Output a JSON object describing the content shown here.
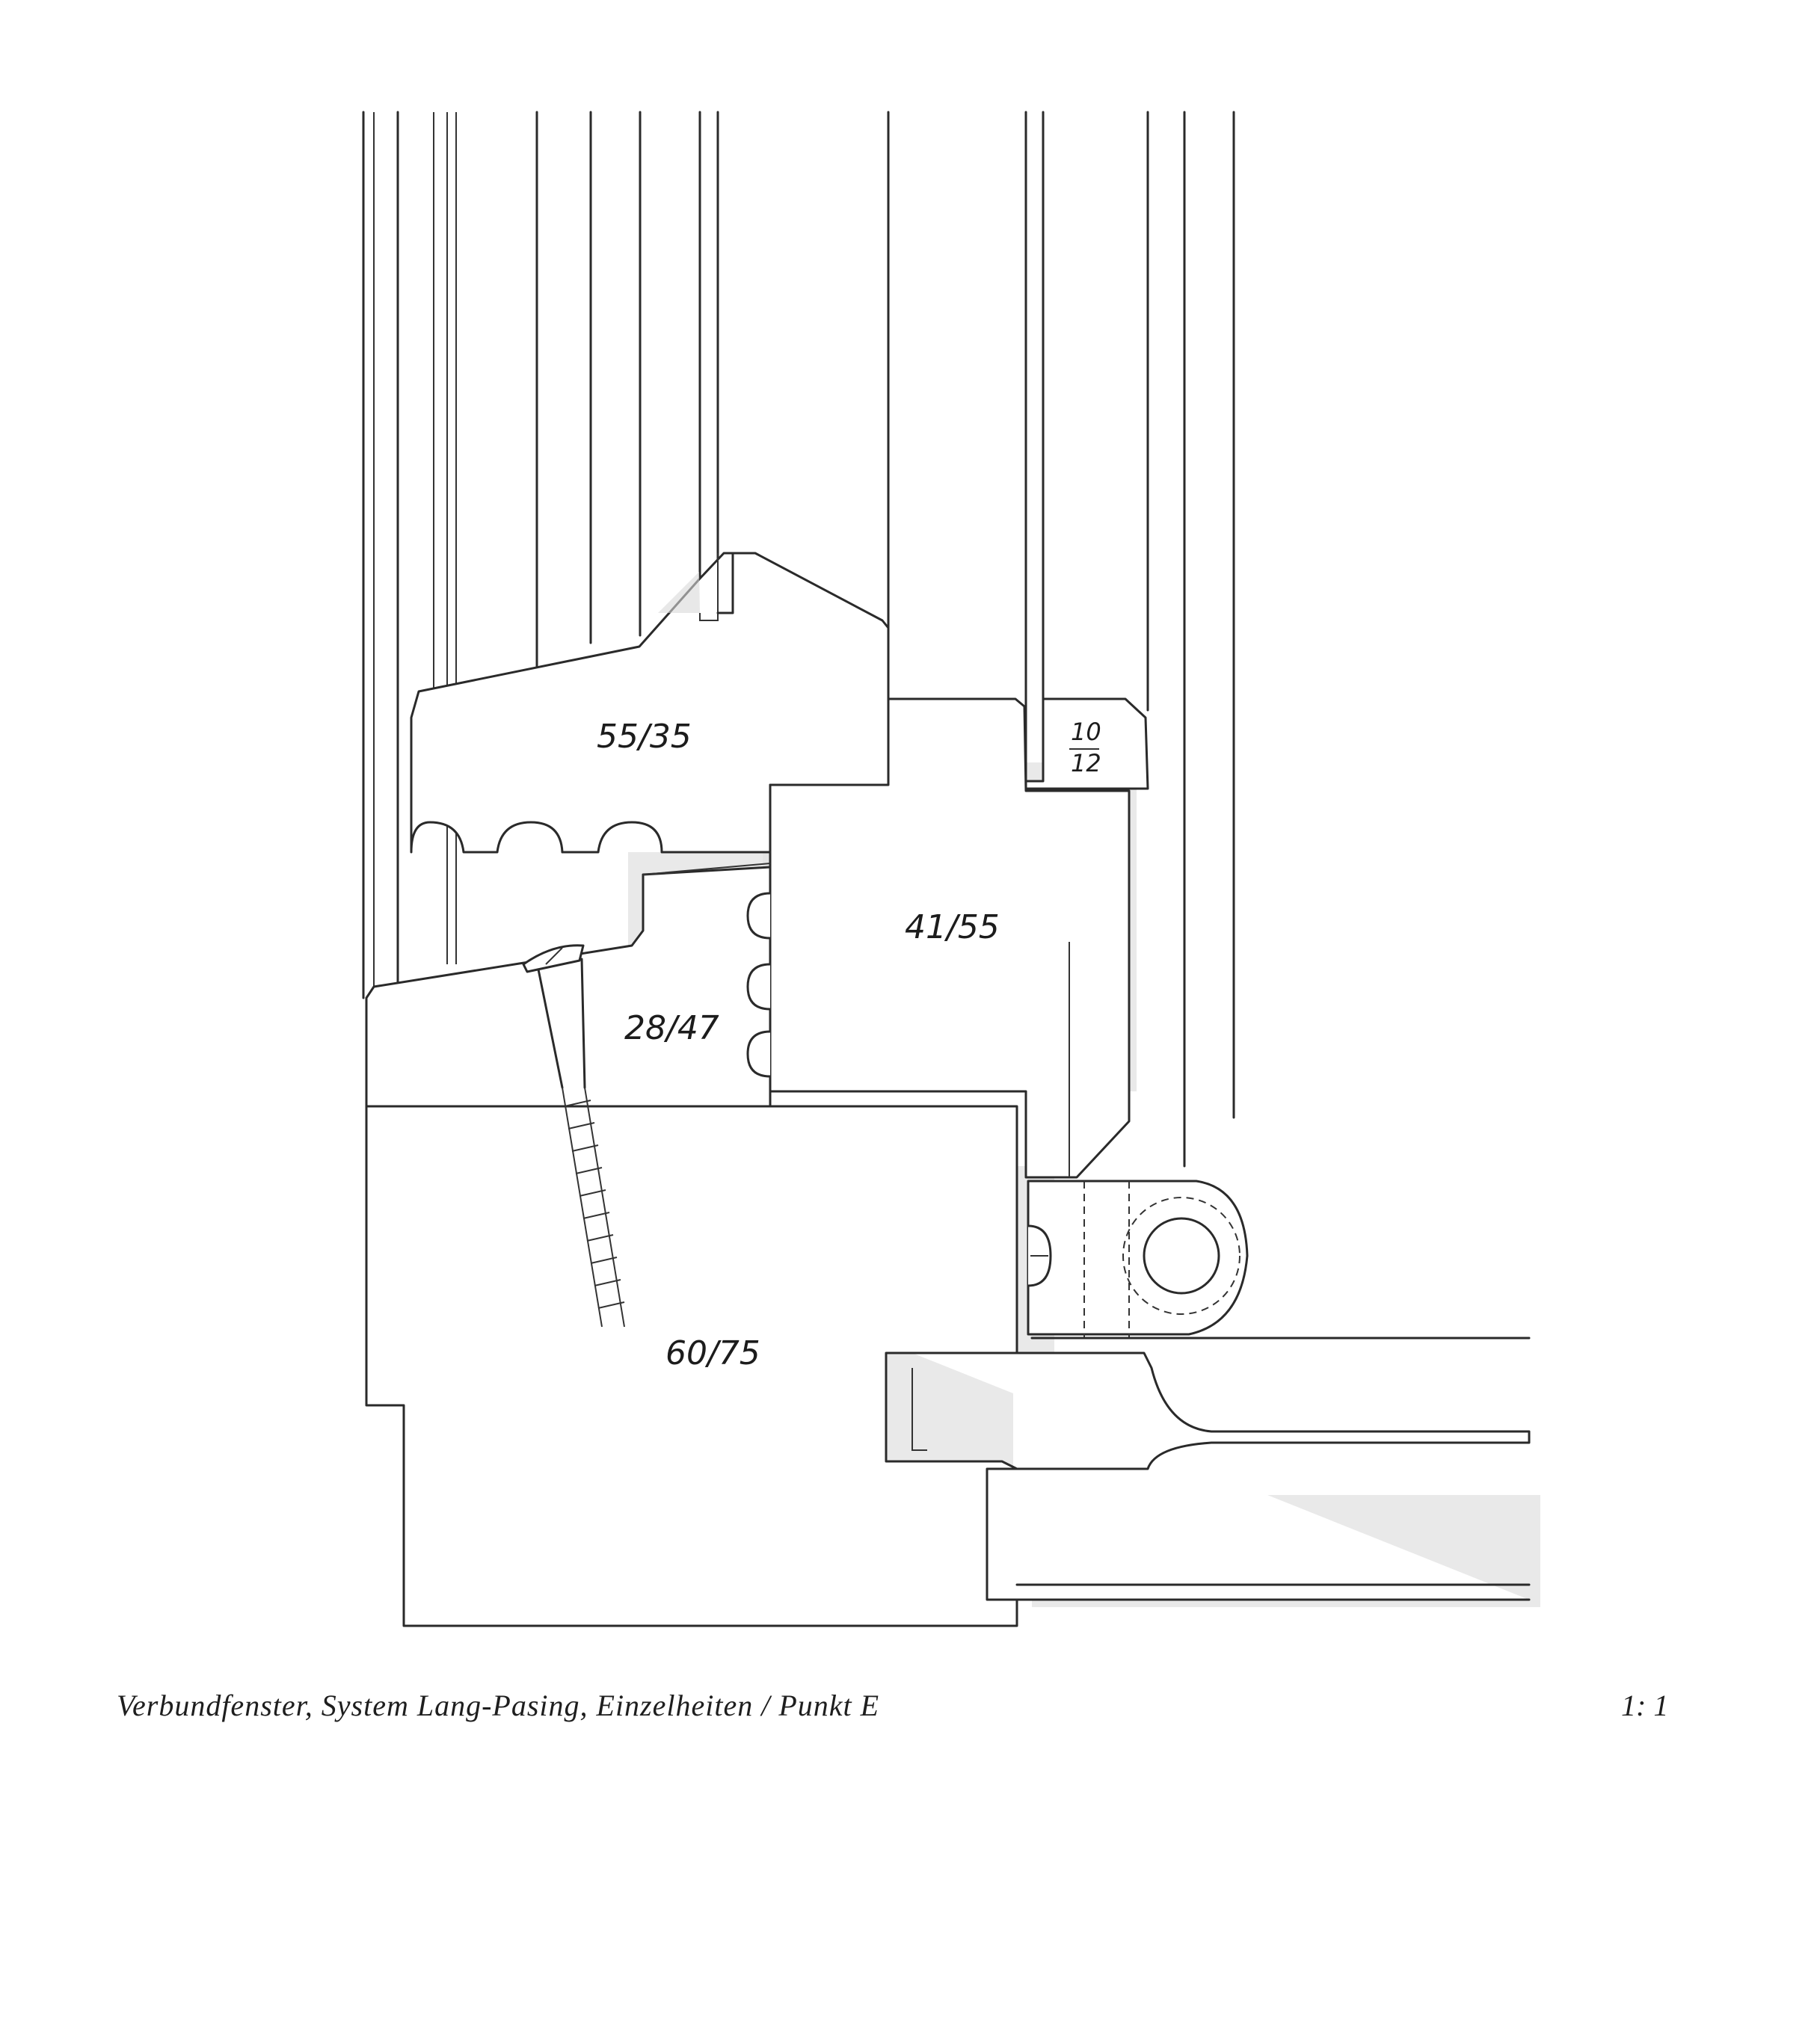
{
  "diagram": {
    "labels": {
      "upper_sash": "55/35",
      "inner_sash": "41/55",
      "glazing_bead_top": "10",
      "glazing_bead_bottom": "12",
      "sill_piece": "28/47",
      "frame": "60/75"
    }
  },
  "caption": {
    "title": "Verbundfenster, System Lang-Pasing, Einzelheiten / Punkt E",
    "scale": "1: 1"
  }
}
